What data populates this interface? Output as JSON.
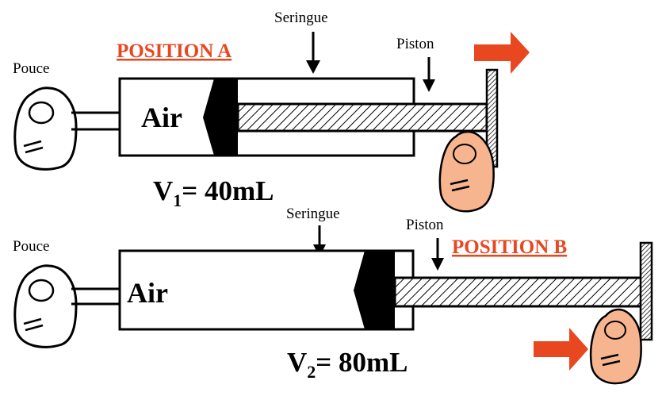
{
  "colors": {
    "accent": "#e8471f",
    "skin": "#f6b48f",
    "ink": "#000000",
    "paper": "#ffffff"
  },
  "position_a": {
    "title": "POSITION A",
    "left_label": "Pouce",
    "syringe_label": "Seringue",
    "piston_label": "Piston",
    "chamber_label": "Air",
    "volume_prefix": "V",
    "volume_subscript": "1",
    "volume_value": "= 40mL"
  },
  "position_b": {
    "title": "POSITION B",
    "left_label": "Pouce",
    "syringe_label": "Seringue",
    "piston_label": "Piston",
    "chamber_label": "Air",
    "volume_prefix": "V",
    "volume_subscript": "2",
    "volume_value": "= 80mL"
  },
  "icons": {
    "thumb": "thumb-icon",
    "hand": "hand-icon",
    "arrow": "red-arrow-icon"
  }
}
